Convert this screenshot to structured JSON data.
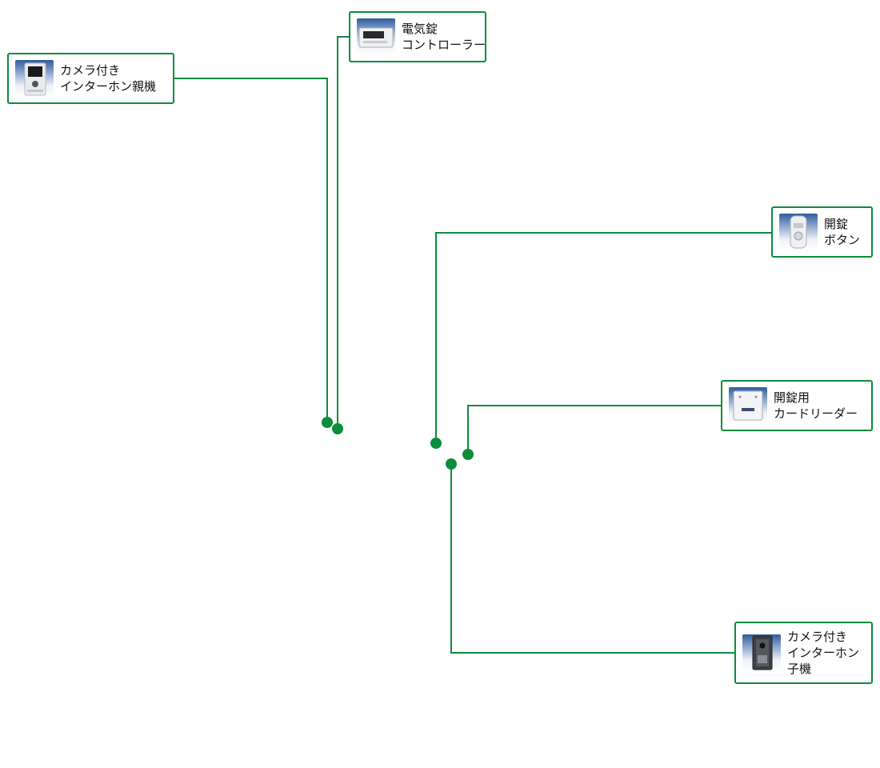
{
  "colors": {
    "accent": "#0d8c3c",
    "connector": "#0d8c3c"
  },
  "devices": [
    {
      "id": "master",
      "icon": "camera-intercom-master-icon",
      "lines": [
        "カメラ付き",
        "インターホン親機"
      ]
    },
    {
      "id": "controller",
      "icon": "electric-lock-controller-icon",
      "lines": [
        "電気錠",
        "コントローラー"
      ]
    },
    {
      "id": "unlock-button",
      "icon": "unlock-button-icon",
      "lines": [
        "開錠",
        "ボタン"
      ]
    },
    {
      "id": "card-reader",
      "icon": "card-reader-icon",
      "lines": [
        "開錠用",
        "カードリーダー"
      ]
    },
    {
      "id": "door-station",
      "icon": "camera-intercom-door-station-icon",
      "lines": [
        "カメラ付き",
        "インターホン",
        "子機"
      ]
    }
  ]
}
